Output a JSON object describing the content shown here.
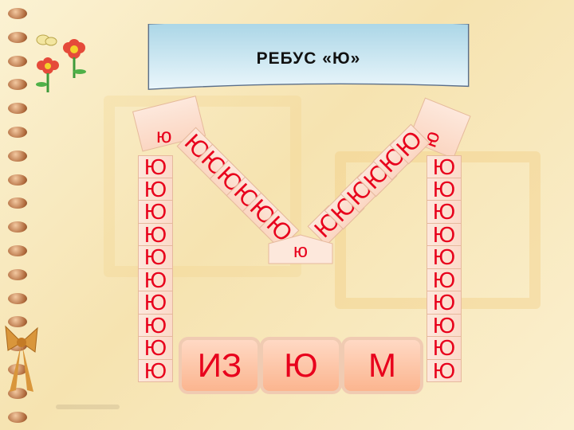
{
  "title": "РЕБУС «Ю»",
  "letter": "Ю",
  "letter_small": "ю",
  "left_column": [
    "Ю",
    "Ю",
    "Ю",
    "Ю",
    "Ю",
    "Ю",
    "Ю",
    "Ю",
    "Ю",
    "Ю"
  ],
  "right_column": [
    "Ю",
    "Ю",
    "Ю",
    "Ю",
    "Ю",
    "Ю",
    "Ю",
    "Ю",
    "Ю",
    "Ю"
  ],
  "left_diagonal": [
    "Ю",
    "Ю",
    "Ю",
    "Ю",
    "Ю",
    "Ю"
  ],
  "right_diagonal": [
    "Ю",
    "Ю",
    "Ю",
    "Ю",
    "Ю",
    "Ю"
  ],
  "words": [
    "ИЗ",
    "Ю",
    "М"
  ],
  "colors": {
    "letter": "#e8001c",
    "cell": "#fde8dc",
    "word_tile": "#fbb58f",
    "banner": "#c9e4ef"
  }
}
